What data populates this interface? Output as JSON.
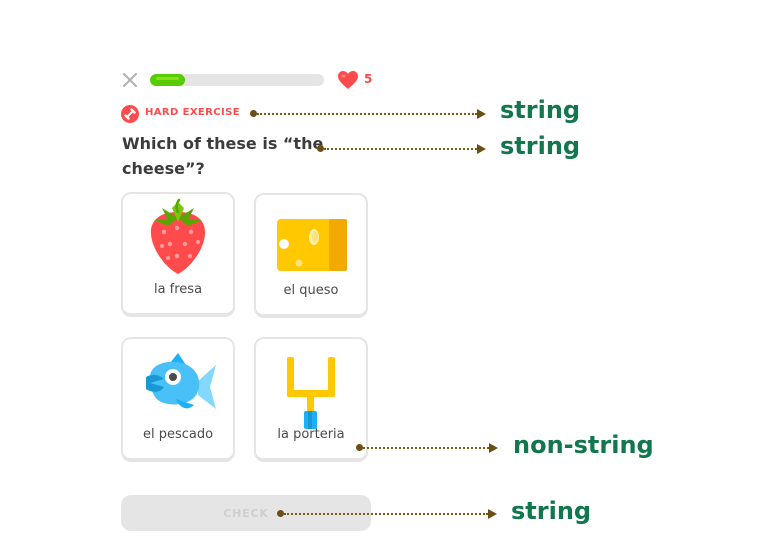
{
  "header": {
    "close_icon": "close-icon",
    "progress": 0.2,
    "hearts": "5",
    "heart_icon": "heart-icon"
  },
  "exercise": {
    "tag_label": "HARD EXERCISE",
    "tag_icon": "dumbbell-icon",
    "question": "Which of these is “the cheese”?"
  },
  "choices": [
    {
      "label": "la fresa",
      "image": "strawberry"
    },
    {
      "label": "el queso",
      "image": "cheese"
    },
    {
      "label": "el pescado",
      "image": "fish"
    },
    {
      "label": "la porteria",
      "image": "goalpost"
    }
  ],
  "check_button": {
    "label": "CHECK"
  },
  "annotations": [
    {
      "text": "string"
    },
    {
      "text": "string"
    },
    {
      "text": "non-string"
    },
    {
      "text": "string"
    }
  ],
  "colors": {
    "progress": "#58cc02",
    "heart": "#ff4b4b",
    "annotation_text": "#12774d",
    "annotation_line": "#6b4e12"
  }
}
